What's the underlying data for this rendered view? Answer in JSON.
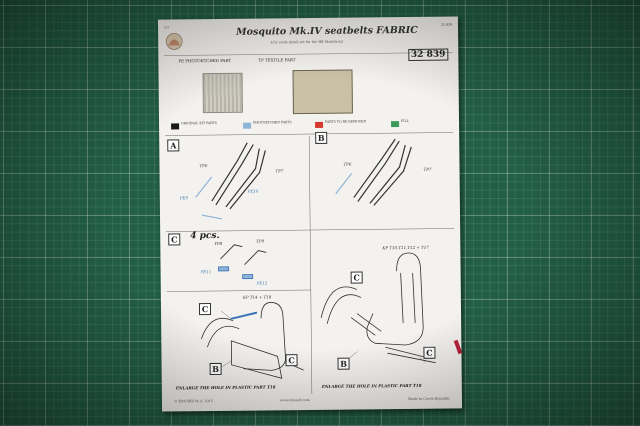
{
  "sheet": {
    "top_left_ref": "1/1",
    "top_right_ref": "32 839",
    "title": "Mosquito Mk.IV seatbelts FABRIC",
    "subtitle": "1/32 scale detail set for the HK Models kit",
    "code": "32 839",
    "label_photo": "PE PHOTOETCHED PART",
    "label_textile": "TP TEXTILE PART",
    "legend": [
      {
        "text": "ORIGINAL KIT PARTS",
        "color": "#1a1a1a"
      },
      {
        "text": "PHOTOETCHED PARTS",
        "color": "#8fb4d8"
      },
      {
        "text": "PARTS TO BE REMOVED",
        "color": "#d43a2e"
      },
      {
        "text": "FILL",
        "color": "#3a9a58"
      }
    ],
    "panels": {
      "a": "A",
      "b": "B",
      "c": "C",
      "c_pieces": "4 pcs."
    },
    "part_numbers": {
      "a_tp6": "TP6",
      "a_tp7": "TP7",
      "a_pe9": "PE9",
      "a_pe10": "PE10",
      "b_tp6": "TP6",
      "b_tp7": "TP7",
      "c_tp8": "TP8",
      "c_tp9": "TP9",
      "c_pe11": "PE11",
      "c_pe12": "PE12",
      "seat_right_ref": "KP T10,T11,T12 + T17",
      "seat_left_ref": "KP T14 + T18"
    },
    "captions": {
      "left": "ENLARGE THE HOLE IN PLASTIC PART T18",
      "right": "ENLARGE THE HOLE IN PLASTIC PART T18"
    },
    "footer": {
      "left": "© EDUARD M.A. 2015",
      "center": "www.eduard.com",
      "right": "Made in Czech Republic"
    }
  }
}
